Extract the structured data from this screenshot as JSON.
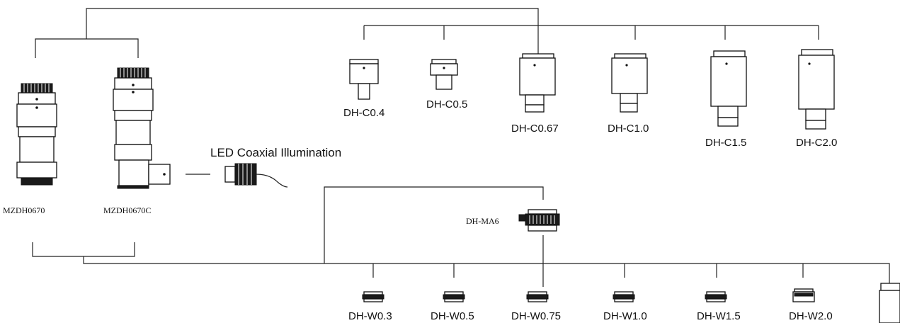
{
  "zoom_bodies": [
    {
      "id": "mzdh0670",
      "label": "MZDH0670"
    },
    {
      "id": "mzdh0670c",
      "label": "MZDH0670C"
    }
  ],
  "illumination": {
    "label": "LED Coaxial Illumination"
  },
  "c_adapters": [
    {
      "label": "DH-C0.4"
    },
    {
      "label": "DH-C0.5"
    },
    {
      "label": "DH-C0.67"
    },
    {
      "label": "DH-C1.0"
    },
    {
      "label": "DH-C1.5"
    },
    {
      "label": "DH-C2.0"
    }
  ],
  "mount_adapter": {
    "label": "DH-MA6"
  },
  "w_adapters": [
    {
      "label": "DH-W0.3"
    },
    {
      "label": "DH-W0.5"
    },
    {
      "label": "DH-W0.75"
    },
    {
      "label": "DH-W1.0"
    },
    {
      "label": "DH-W1.5"
    },
    {
      "label": "DH-W2.0"
    }
  ]
}
